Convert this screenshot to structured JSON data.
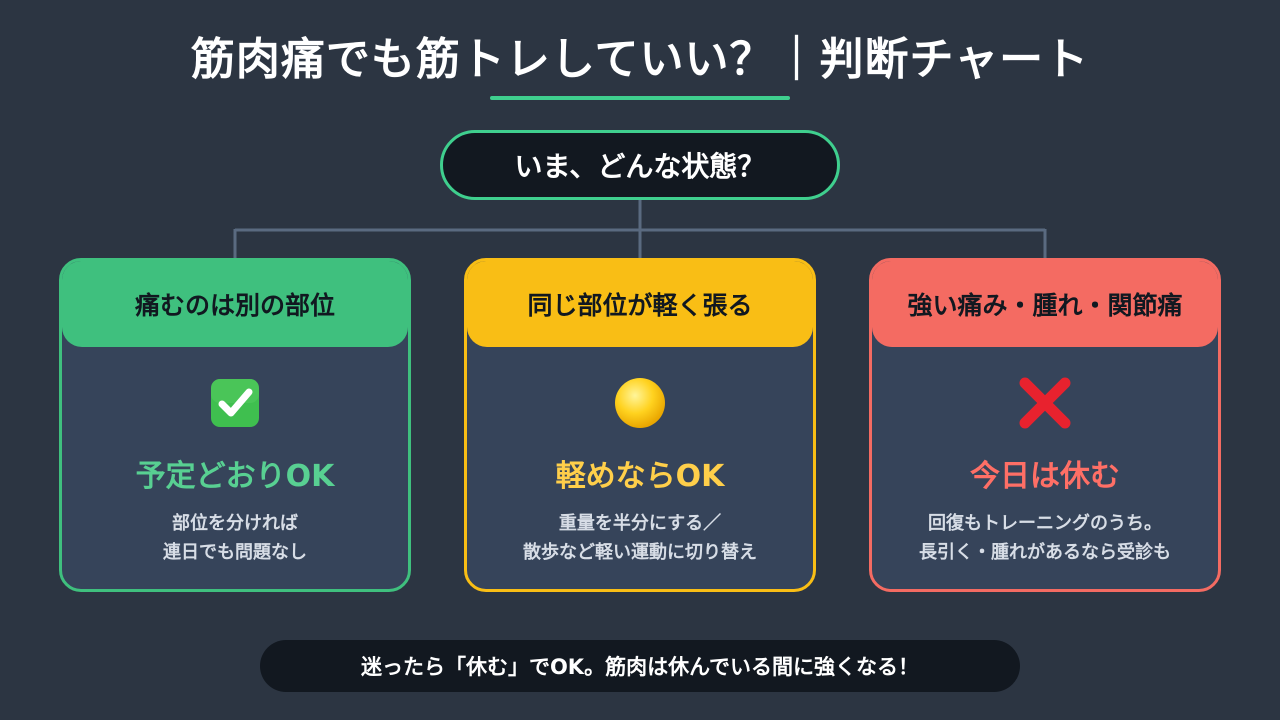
{
  "title": "筋肉痛でも筋トレしていい？｜判断チャート",
  "question": "いま、どんな状態？",
  "cards": [
    {
      "header": "痛むのは別の部位",
      "icon": "check-mark-icon",
      "verdict": "予定どおりOK",
      "desc_lines": [
        "部位を分ければ",
        "連日でも問題なし"
      ],
      "accent": "#3fc07e"
    },
    {
      "header": "同じ部位が軽く張る",
      "icon": "yellow-circle-icon",
      "verdict": "軽めならOK",
      "desc_lines": [
        "重量を半分にする／",
        "散歩など軽い運動に切り替え"
      ],
      "accent": "#f9be15"
    },
    {
      "header": "強い痛み・腫れ・関節痛",
      "icon": "cross-mark-icon",
      "verdict": "今日は休む",
      "desc_lines": [
        "回復もトレーニングのうち。",
        "長引く・腫れがあるなら受診も"
      ],
      "accent": "#f46b62"
    }
  ],
  "footer": "迷ったら「休む」でOK。筋肉は休んでいる間に強くなる！",
  "colors": {
    "background": "#2c3542",
    "title_underline": "#3fcf8e",
    "connector": "#5a6a80"
  }
}
